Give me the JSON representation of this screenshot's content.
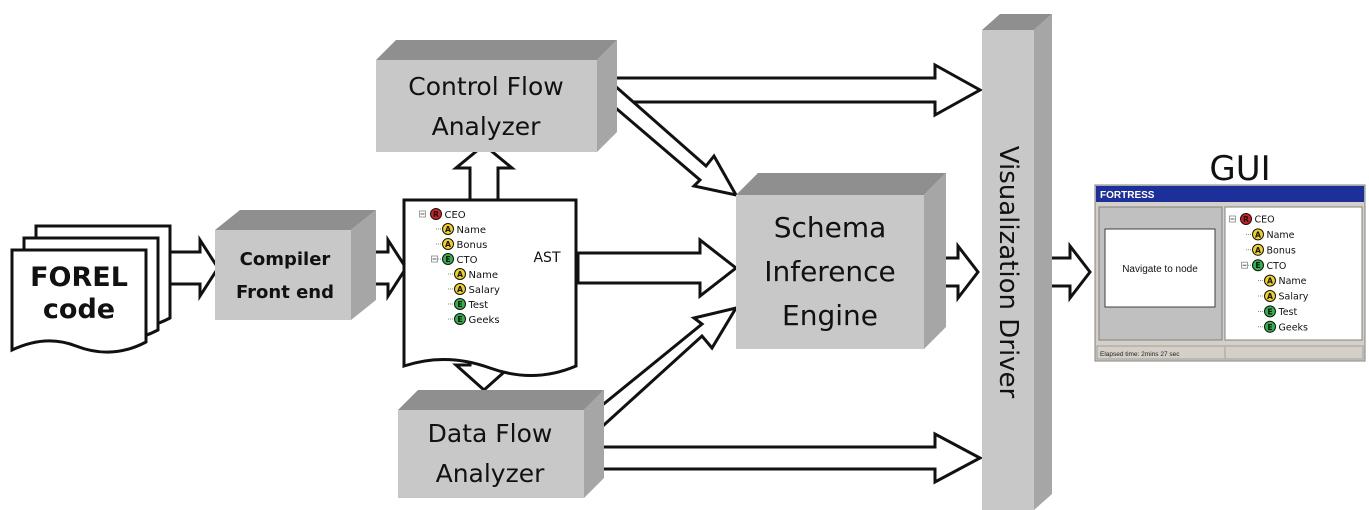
{
  "source": {
    "line1": "FOREL",
    "line2": "code"
  },
  "compiler": {
    "line1": "Compiler",
    "line2": "Front end"
  },
  "control_flow": {
    "line1": "Control Flow",
    "line2": "Analyzer"
  },
  "data_flow": {
    "line1": "Data Flow",
    "line2": "Analyzer"
  },
  "schema": {
    "line1": "Schema",
    "line2": "Inference",
    "line3": "Engine"
  },
  "visualization": {
    "label": "Visualization Driver"
  },
  "ast": {
    "label": "AST",
    "nodes": [
      {
        "badge": "R",
        "label": "CEO"
      },
      {
        "badge": "A",
        "label": "Name"
      },
      {
        "badge": "A",
        "label": "Bonus"
      },
      {
        "badge": "E",
        "label": "CTO"
      },
      {
        "badge": "A",
        "label": "Name"
      },
      {
        "badge": "A",
        "label": "Salary"
      },
      {
        "badge": "E",
        "label": "Test"
      },
      {
        "badge": "E",
        "label": "Geeks"
      }
    ]
  },
  "gui": {
    "heading": "GUI",
    "window_title": "FORTRESS",
    "panel_text": "Navigate to node",
    "status": "Elapsed time: 2mins 27 sec",
    "nodes": [
      {
        "badge": "R",
        "label": "CEO"
      },
      {
        "badge": "A",
        "label": "Name"
      },
      {
        "badge": "A",
        "label": "Bonus"
      },
      {
        "badge": "E",
        "label": "CTO"
      },
      {
        "badge": "A",
        "label": "Name"
      },
      {
        "badge": "A",
        "label": "Salary"
      },
      {
        "badge": "E",
        "label": "Test"
      },
      {
        "badge": "E",
        "label": "Geeks"
      }
    ]
  },
  "colors": {
    "box_front": "#c8c8c8",
    "box_top": "#8f8f8f",
    "box_side": "#a6a6a6",
    "badge_R": "#d62020",
    "badge_A": "#f2d21c",
    "badge_E": "#2fb34a",
    "window_title_bar": "#1c2f9a"
  }
}
